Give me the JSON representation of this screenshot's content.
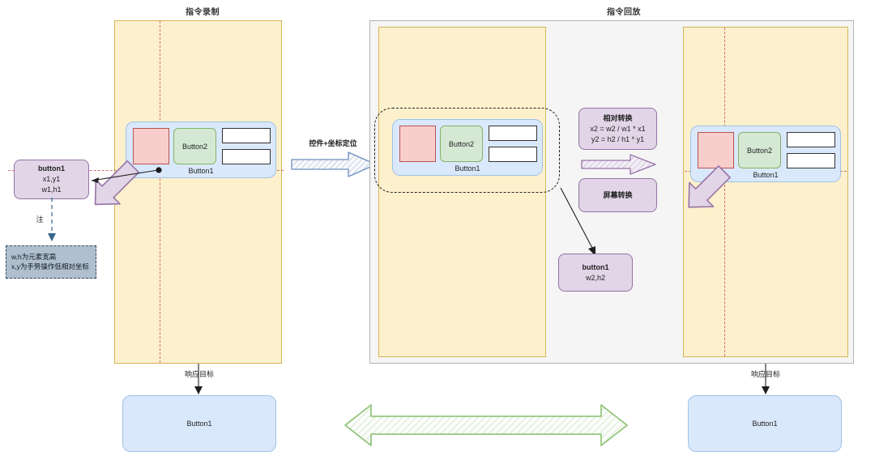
{
  "diagram": {
    "title_left": "指令录制",
    "title_right": "指令回放",
    "sections": {
      "record": {
        "widget_group_label": "Button1",
        "green_button_label": "Button2",
        "callout": {
          "line1": "button1",
          "line2": "x1,y1",
          "line3": "w1,h1"
        },
        "note_connector_label": "注",
        "note": {
          "line1": "w,h为元素宽高",
          "line2": "x,y为手势操作低相对坐标"
        },
        "response_label": "响应目标",
        "result_button_label": "Button1"
      },
      "bridge": {
        "label": "控件+坐标定位"
      },
      "playback": {
        "widget_group_label": "Button1",
        "green_button_label": "Button2",
        "transform_box": {
          "title": "相对转换",
          "formula_x": "x2 = w2 / w1 * x1",
          "formula_y": "y2 = h2 / h1 * y1"
        },
        "screen_transform_box": {
          "title": "屏幕转换"
        },
        "result_callout": {
          "line1": "button1",
          "line2": "w2,h2"
        },
        "target_widget_group_label": "Button1",
        "target_green_button_label": "Button2",
        "response_label": "响应目标",
        "result_button_label": "Button1"
      }
    },
    "colors": {
      "screen_fill": "#fdf0cd",
      "screen_stroke": "#d6b656",
      "gray_panel_fill": "#f5f5f5",
      "gray_panel_stroke": "#b3b3b3",
      "widget_fill": "#dae8fc",
      "widget_stroke": "#9ec3e6",
      "red_fill": "#f8cecc",
      "red_stroke": "#b85450",
      "green_fill": "#d5e8d4",
      "green_stroke": "#82b366",
      "purple_fill": "#e1d5e7",
      "purple_stroke": "#9673a6",
      "note_fill": "#b0bfce",
      "note_stroke": "#2f4963",
      "guide_line": "#d1706e",
      "green_arrow": "#97c680",
      "blue_arrow": "#6c8ebf"
    }
  }
}
